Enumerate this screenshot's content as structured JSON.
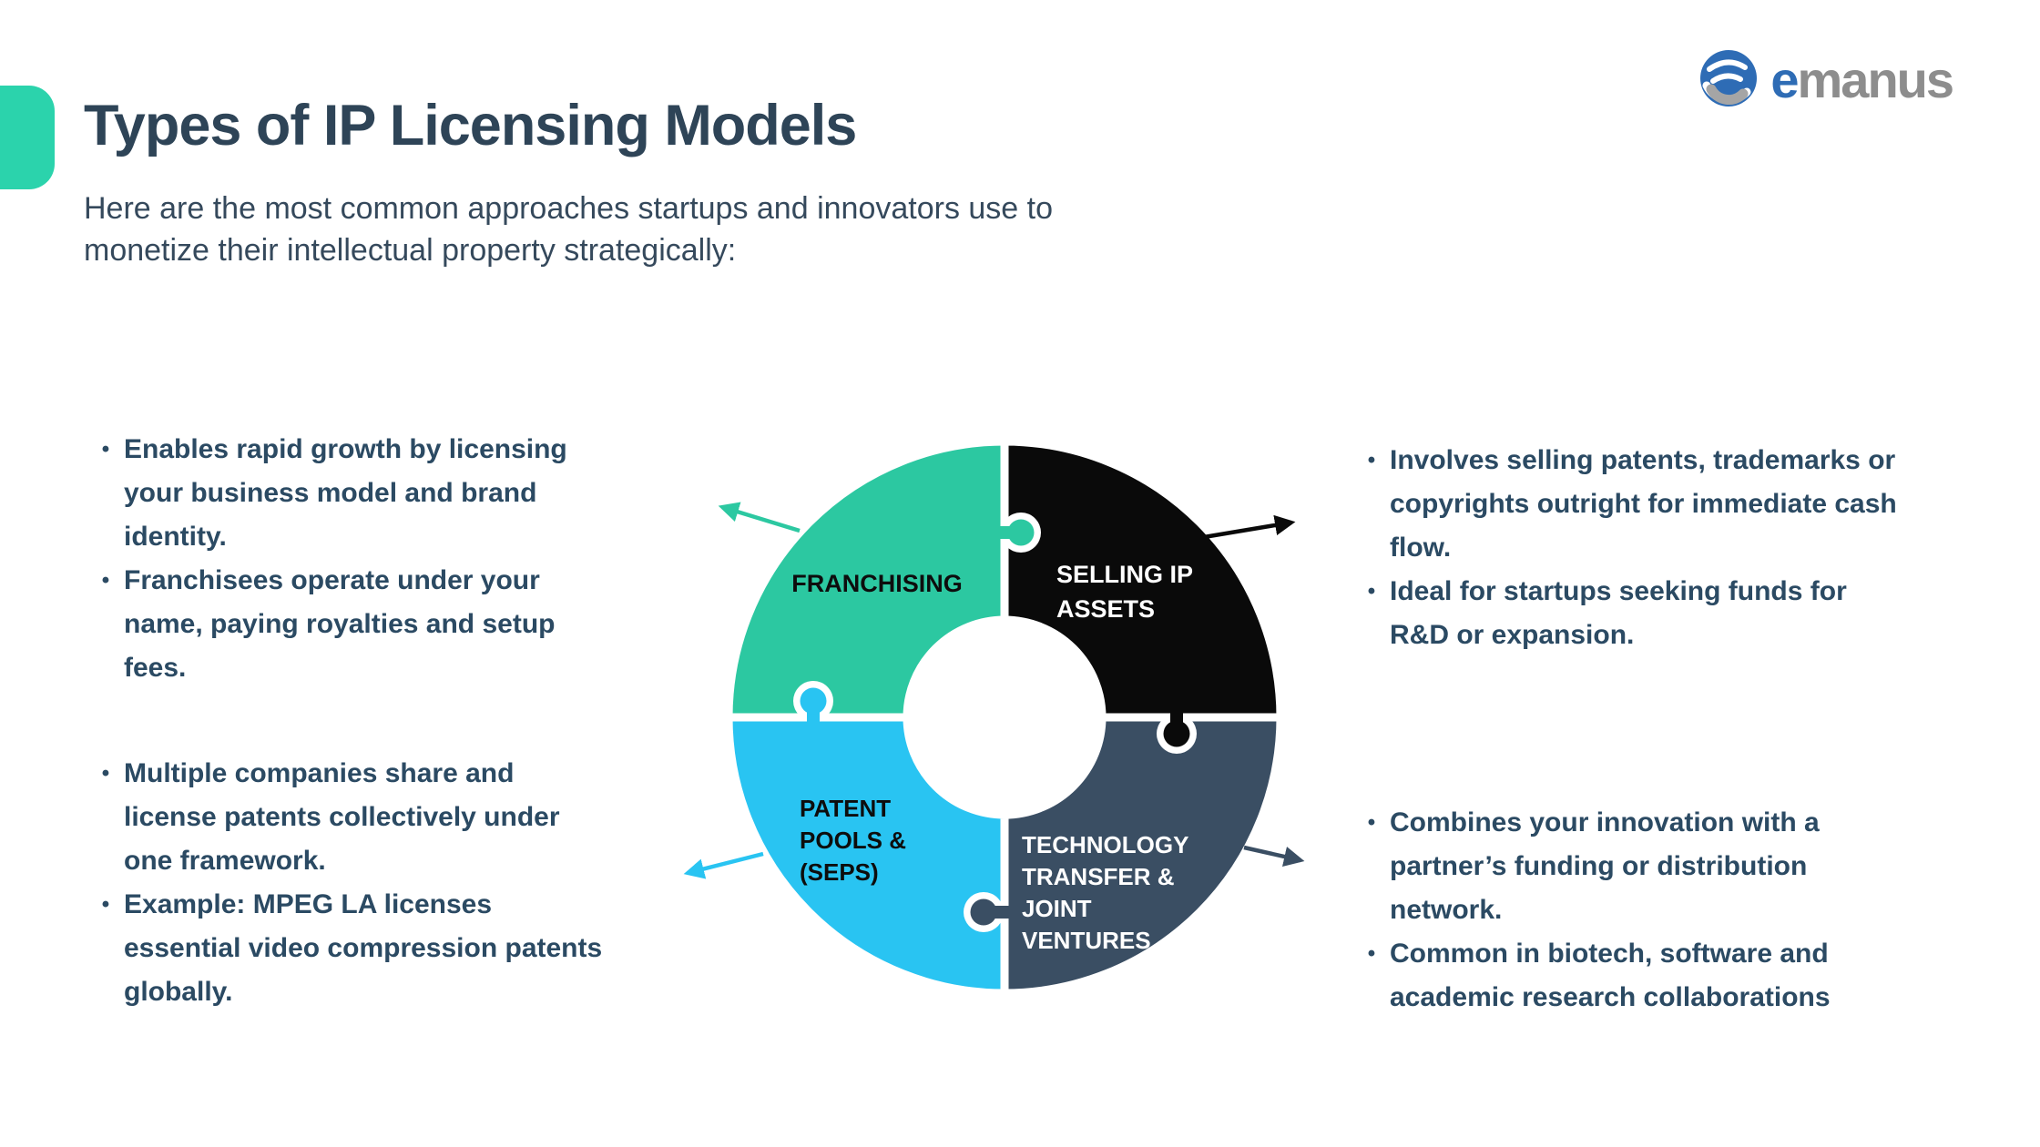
{
  "header": {
    "title": "Types of IP Licensing Models",
    "subtitle_lines": [
      "Here are the most common approaches startups and innovators use to",
      "monetize their intellectual property strategically:"
    ]
  },
  "logo": {
    "icon": "emanus-globe-icon",
    "blue_text": "e",
    "gray_text": "manus",
    "blue_color": "#2e6cb5",
    "gray_color": "#8d8d8d"
  },
  "colors": {
    "accent_tab": "#2bd3ac",
    "title_text": "#2e4457",
    "body_text": "#2b4a63",
    "franchising": "#2cc8a1",
    "selling_ip": "#0a0a0a",
    "patent_pools": "#29c4f2",
    "tech_transfer": "#3a4e63"
  },
  "diagram": {
    "type": "puzzle-donut",
    "segments": [
      {
        "id": "franchising",
        "position": "top-left",
        "color": "#2cc8a1",
        "text_color": "#0d0d0d",
        "label": "FRANCHISING",
        "label_lines": [
          "FRANCHISING"
        ]
      },
      {
        "id": "selling-ip-assets",
        "position": "top-right",
        "color": "#0a0a0a",
        "text_color": "#ffffff",
        "label": "SELLING IP ASSETS",
        "label_lines": [
          "SELLING IP",
          "ASSETS"
        ]
      },
      {
        "id": "patent-pools-seps",
        "position": "bottom-left",
        "color": "#29c4f2",
        "text_color": "#0d0d0d",
        "label": "PATENT POOLS & (SEPS)",
        "label_lines": [
          "PATENT",
          "POOLS &",
          "(SEPS)"
        ]
      },
      {
        "id": "technology-transfer-joint-ventures",
        "position": "bottom-right",
        "color": "#3a4e63",
        "text_color": "#ffffff",
        "label": "TECHNOLOGY TRANSFER & JOINT VENTURES",
        "label_lines": [
          "TECHNOLOGY",
          "TRANSFER &",
          "JOINT",
          "VENTURES"
        ]
      }
    ]
  },
  "callouts": {
    "franchising": {
      "bullets": [
        {
          "lines": [
            "Enables rapid growth by licensing",
            "your business model and brand",
            "identity."
          ]
        },
        {
          "lines": [
            "Franchisees operate under your",
            "name, paying royalties and setup",
            "fees."
          ]
        }
      ]
    },
    "selling_ip": {
      "bullets": [
        {
          "lines": [
            "Involves selling patents, trademarks or",
            "copyrights outright for immediate cash",
            "flow."
          ]
        },
        {
          "lines": [
            "Ideal for startups seeking funds for",
            "R&D or expansion."
          ]
        }
      ]
    },
    "patent_pools": {
      "bullets": [
        {
          "lines": [
            "Multiple companies share and",
            "license patents collectively under",
            "one framework."
          ]
        },
        {
          "lines": [
            "Example: MPEG LA licenses",
            "essential video compression patents",
            "globally."
          ]
        }
      ]
    },
    "tech_transfer": {
      "bullets": [
        {
          "lines": [
            "Combines your innovation with a",
            "partner’s funding or distribution",
            "network."
          ]
        },
        {
          "lines": [
            "Common in biotech, software and",
            "academic research collaborations"
          ]
        }
      ]
    }
  }
}
